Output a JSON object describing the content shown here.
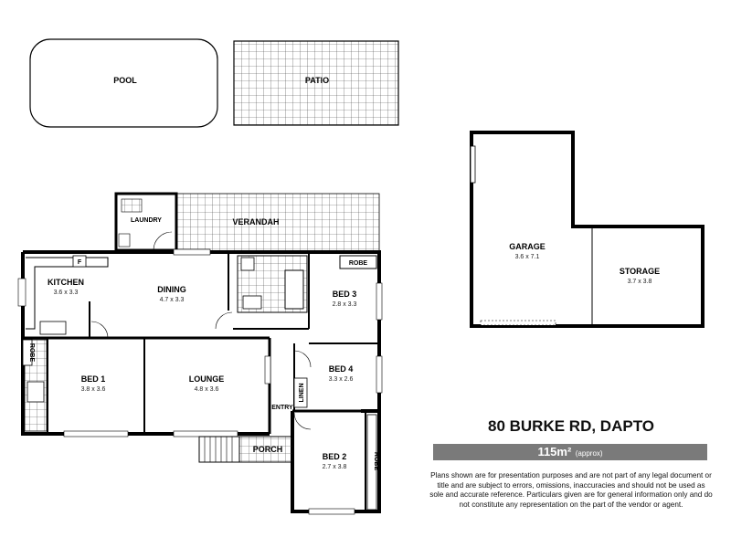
{
  "rooms": {
    "pool": {
      "name": "POOL"
    },
    "patio": {
      "name": "PATIO"
    },
    "garage": {
      "name": "GARAGE",
      "dim": "3.6 x 7.1"
    },
    "storage": {
      "name": "STORAGE",
      "dim": "3.7 x 3.8"
    },
    "laundry": {
      "name": "LAUNDRY"
    },
    "verandah": {
      "name": "VERANDAH"
    },
    "kitchen": {
      "name": "KITCHEN",
      "dim": "3.6 x 3.3"
    },
    "dining": {
      "name": "DINING",
      "dim": "4.7 x 3.3"
    },
    "bed3": {
      "name": "BED 3",
      "dim": "2.8 x 3.3"
    },
    "bed1": {
      "name": "BED 1",
      "dim": "3.8 x 3.6"
    },
    "lounge": {
      "name": "LOUNGE",
      "dim": "4.8 x 3.6"
    },
    "bed4": {
      "name": "BED 4",
      "dim": "3.3 x 2.6"
    },
    "bed2": {
      "name": "BED 2",
      "dim": "2.7 x 3.8"
    },
    "porch": {
      "name": "PORCH"
    },
    "entry": {
      "name": "ENTRY"
    },
    "linen": {
      "name": "LINEN"
    }
  },
  "labels": {
    "robe": "ROBE",
    "fridge": "F"
  },
  "info": {
    "address": "80 BURKE RD, DAPTO",
    "area_value": "115m²",
    "area_note": "(approx)",
    "disclaimer": "Plans shown are for presentation purposes and are not part of any legal document or title and are subject to errors, omissions, inaccuracies and should not be used as sole and accurate reference. Particulars given are for general information only and do not constitute any representation on the part of the vendor or agent."
  }
}
